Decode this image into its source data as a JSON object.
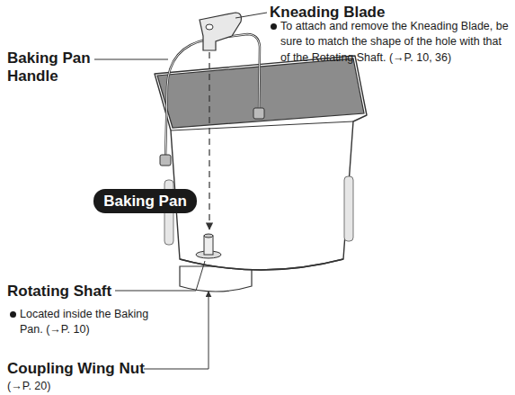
{
  "diagram": {
    "nodes": [
      {
        "text": [
          "Baking Pan"
        ]
      }
    ],
    "labels": [
      "Kneading Blade",
      "To attach and remove the Kneading Blade, be sure to match the shape of the hole with that of the Rotating Shaft. (→P. 10, 36)",
      "Baking Pan Handle",
      "Rotating Shaft",
      "Located inside the Baking Pan. (→P. 10)",
      "Coupling Wing Nut",
      "(→P. 20)"
    ]
  }
}
